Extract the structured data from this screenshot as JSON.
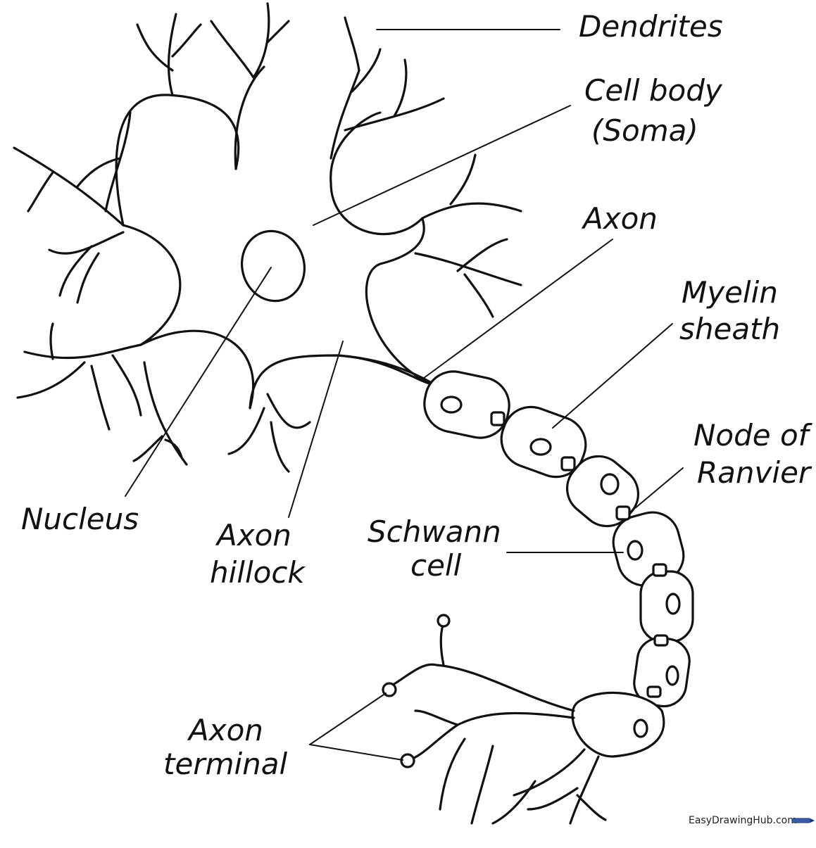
{
  "labels": {
    "dendrites": "Dendrites",
    "cell_body_line1": "Cell body",
    "cell_body_line2": "(Soma)",
    "axon": "Axon",
    "myelin_line1": "Myelin",
    "myelin_line2": "sheath",
    "node_line1": "Node of",
    "node_line2": "Ranvier",
    "schwann_line1": "Schwann",
    "schwann_line2": "cell",
    "nucleus": "Nucleus",
    "hillock_line1": "Axon",
    "hillock_line2": "hillock",
    "terminal_line1": "Axon",
    "terminal_line2": "terminal"
  },
  "watermark": "EasyDrawingHub.com",
  "colors": {
    "ink": "#111111",
    "background": "#ffffff"
  }
}
